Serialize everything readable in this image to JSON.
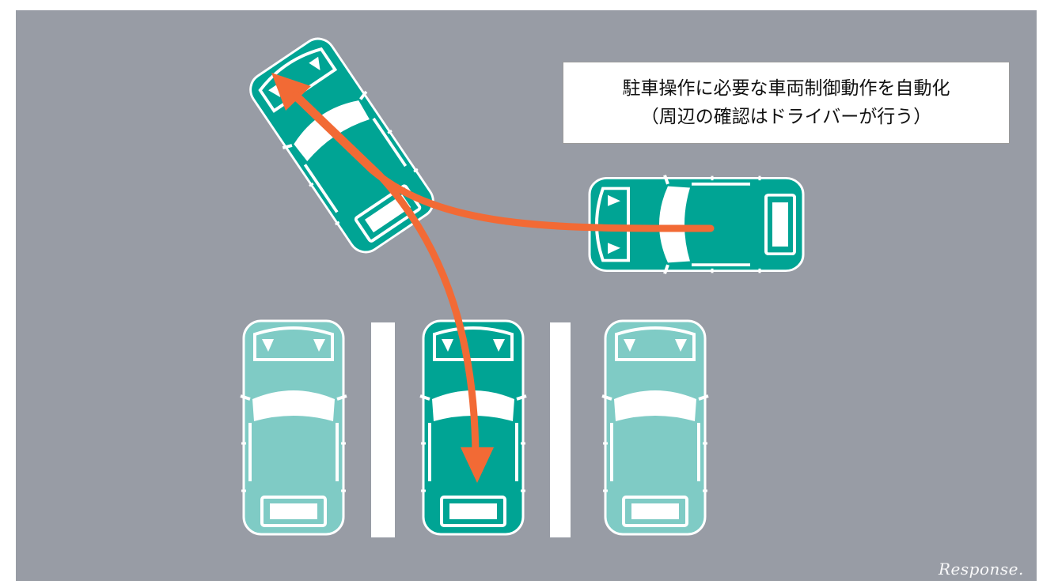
{
  "caption": {
    "line1": "駐車操作に必要な車両制御動作を自動化",
    "line2": "（周辺の確認はドライバーが行う）"
  },
  "watermark": "Response.",
  "colors": {
    "asphalt": "#989ca5",
    "car_active": "#00a494",
    "car_parked": "#7fcbc5",
    "car_detail": "#ffffff",
    "arrow": "#f26a35",
    "parking_line": "#ffffff"
  },
  "icons": [
    "car-top-view-icon",
    "path-arrow-icon"
  ]
}
